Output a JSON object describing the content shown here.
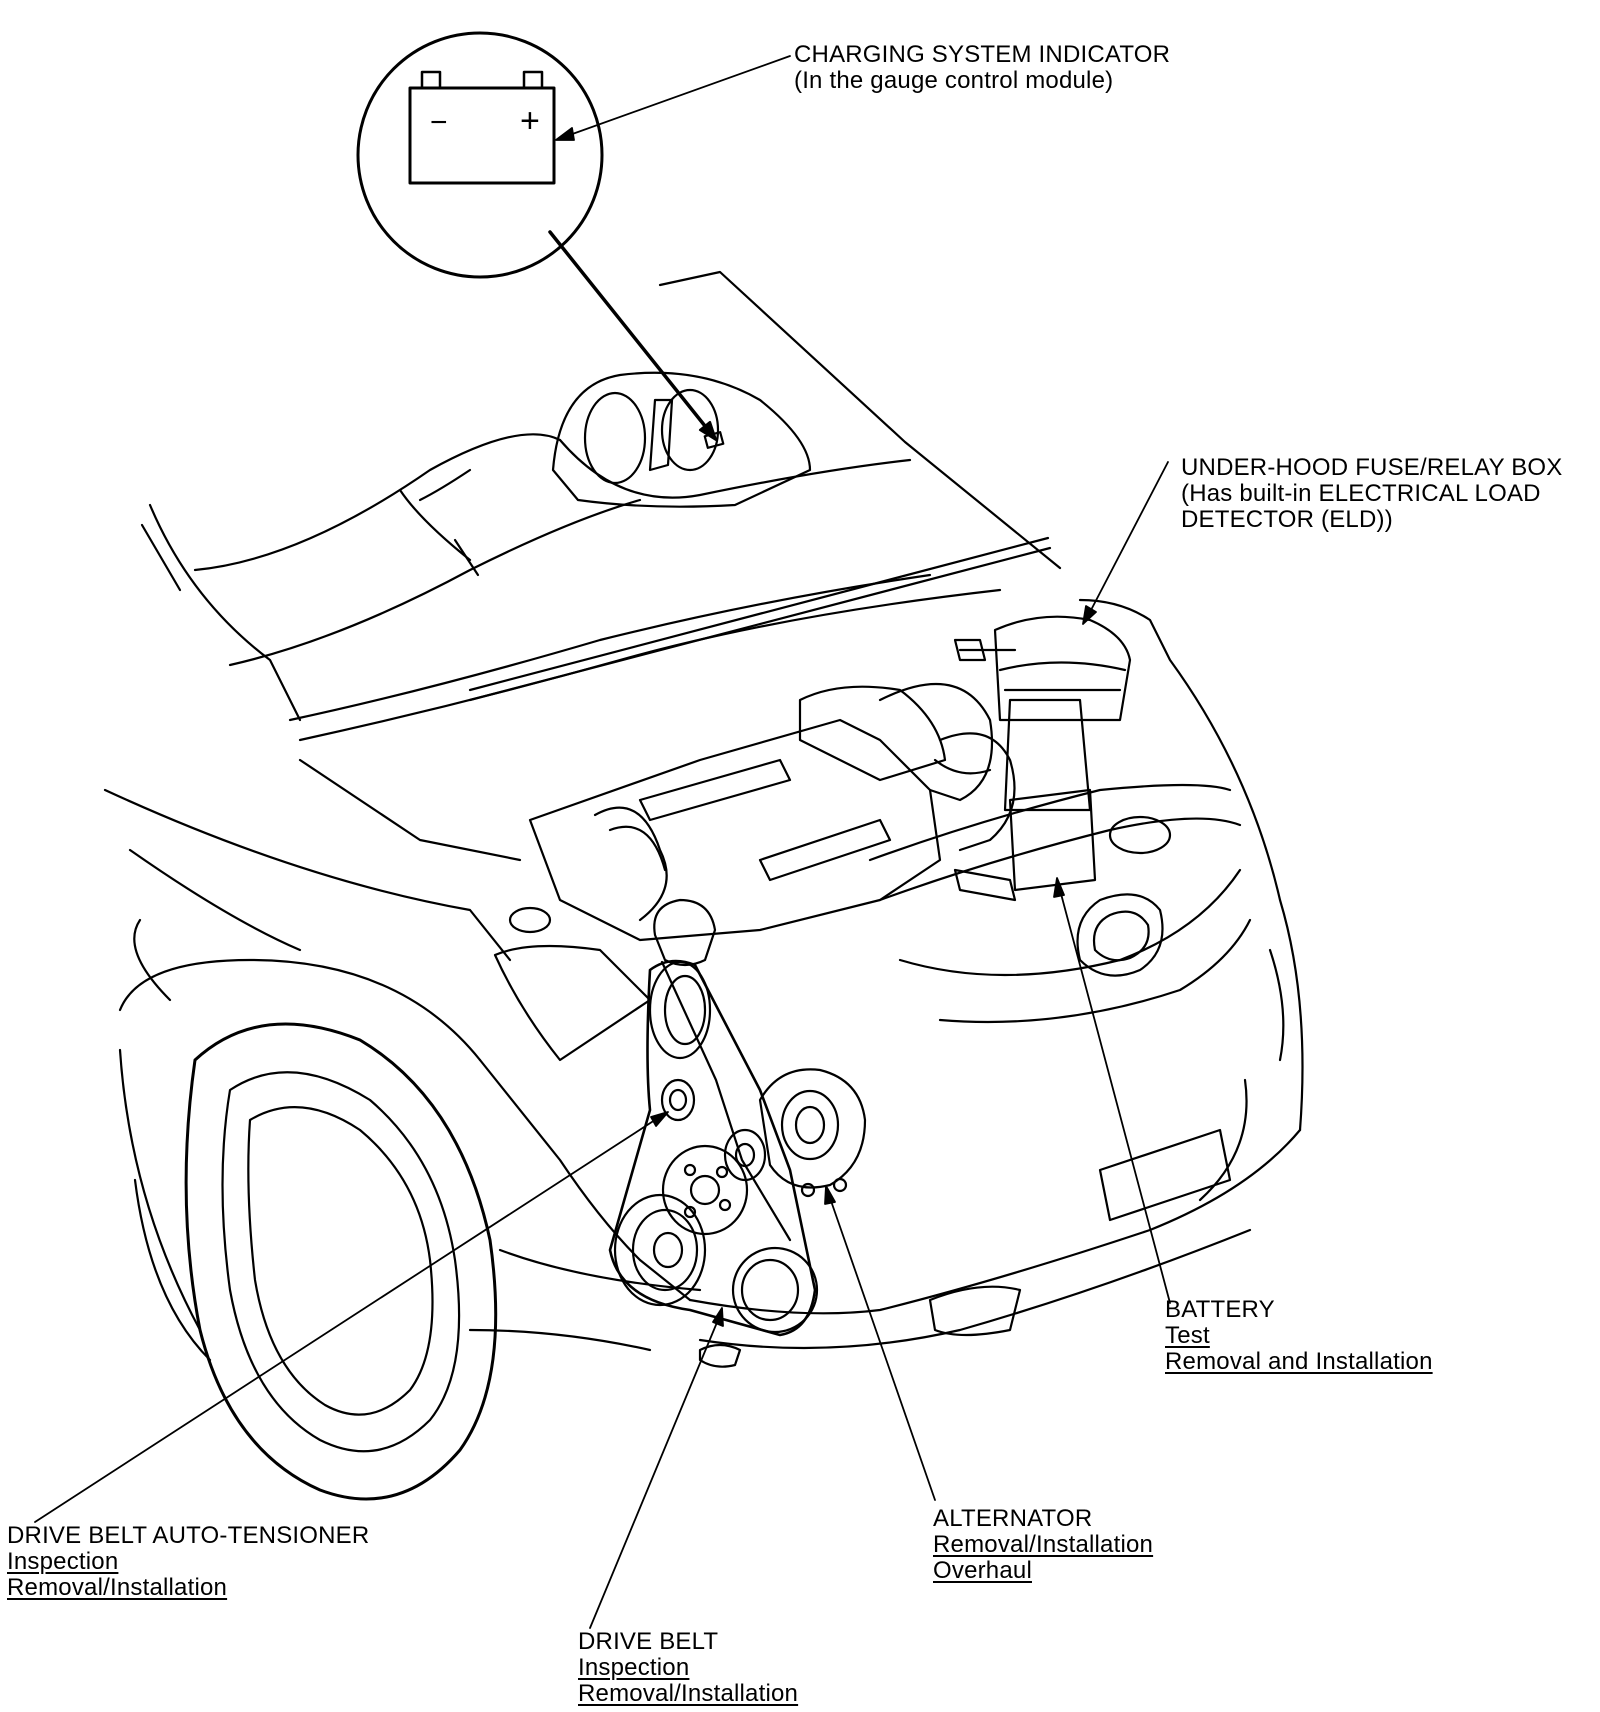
{
  "callouts": {
    "charging_indicator": {
      "line1": "CHARGING SYSTEM INDICATOR",
      "line2": "(In the gauge control module)"
    },
    "fuse_box": {
      "line1": "UNDER-HOOD FUSE/RELAY BOX",
      "line2": "(Has built-in ELECTRICAL LOAD",
      "line3": "DETECTOR (ELD))"
    },
    "battery": {
      "title": "BATTERY",
      "links": [
        "Test",
        "Removal and Installation"
      ]
    },
    "alternator": {
      "title": "ALTERNATOR",
      "links": [
        "Removal/Installation",
        "Overhaul"
      ]
    },
    "auto_tensioner": {
      "title": "DRIVE BELT AUTO-TENSIONER",
      "links": [
        "Inspection",
        "Removal/Installation"
      ]
    },
    "drive_belt": {
      "title": "DRIVE BELT",
      "links": [
        "Inspection",
        "Removal/Installation"
      ]
    }
  },
  "symbols": {
    "battery_minus": "−",
    "battery_plus": "+"
  },
  "colors": {
    "line": "#000000",
    "background": "#ffffff"
  }
}
